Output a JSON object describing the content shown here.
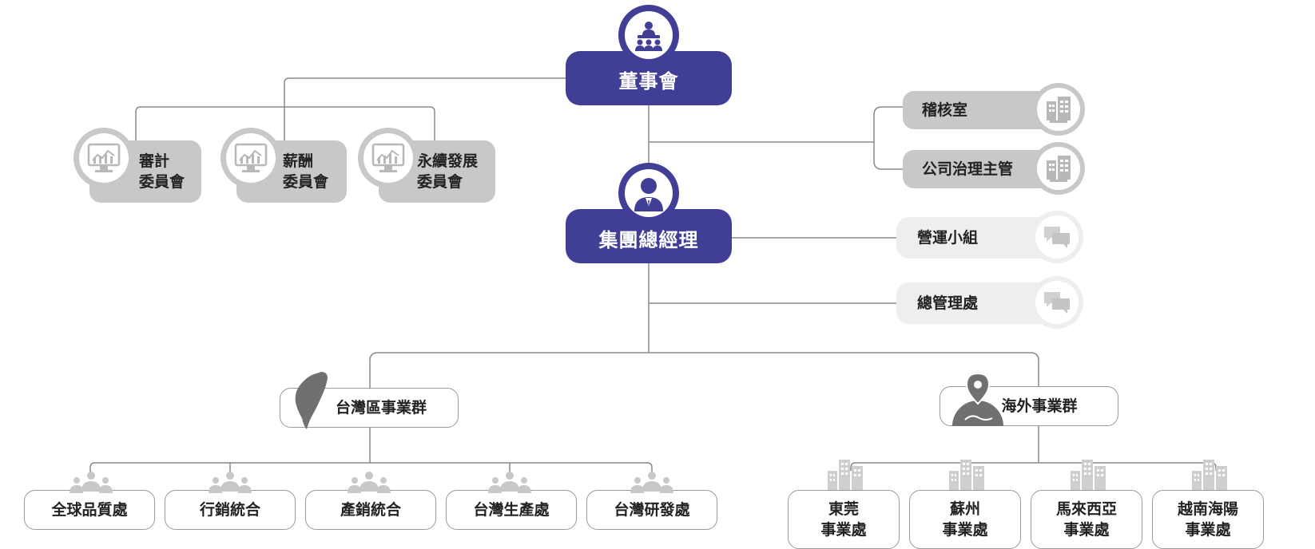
{
  "board": {
    "label": "董事會",
    "icon": "board-meeting-icon"
  },
  "committees": [
    {
      "label": "審計\n委員會",
      "icon": "monitor-chart-icon"
    },
    {
      "label": "薪酬\n委員會",
      "icon": "monitor-chart-icon"
    },
    {
      "label": "永續發展\n委員會",
      "icon": "monitor-chart-icon"
    }
  ],
  "board_units": [
    {
      "label": "稽核室",
      "icon": "building-icon"
    },
    {
      "label": "公司治理主管",
      "icon": "building-icon"
    }
  ],
  "gm": {
    "label": "集團總經理",
    "icon": "manager-icon"
  },
  "gm_units": [
    {
      "label": "營運小組",
      "icon": "chat-bubbles-icon"
    },
    {
      "label": "總管理處",
      "icon": "chat-bubbles-icon"
    }
  ],
  "groups": [
    {
      "label": "台灣區事業群",
      "icon": "taiwan-map-icon"
    },
    {
      "label": "海外事業群",
      "icon": "globe-pin-icon"
    }
  ],
  "taiwan_divisions": [
    {
      "label": "全球品質處",
      "icon": "team-icon"
    },
    {
      "label": "行銷統合",
      "icon": "team-icon"
    },
    {
      "label": "產銷統合",
      "icon": "team-icon"
    },
    {
      "label": "台灣生產處",
      "icon": "team-icon"
    },
    {
      "label": "台灣研發處",
      "icon": "team-icon"
    }
  ],
  "overseas_divisions": [
    {
      "label": "東莞\n事業處",
      "icon": "city-buildings-icon"
    },
    {
      "label": "蘇州\n事業處",
      "icon": "city-buildings-icon"
    },
    {
      "label": "馬來西亞\n事業處",
      "icon": "city-buildings-icon"
    },
    {
      "label": "越南海陽\n事業處",
      "icon": "city-buildings-icon"
    }
  ],
  "colors": {
    "primary": "#413e95",
    "grey": "#c8c8c8",
    "light": "#eeeeee",
    "line": "#8a8a8a",
    "icon_grey": "#b8b8b8"
  }
}
